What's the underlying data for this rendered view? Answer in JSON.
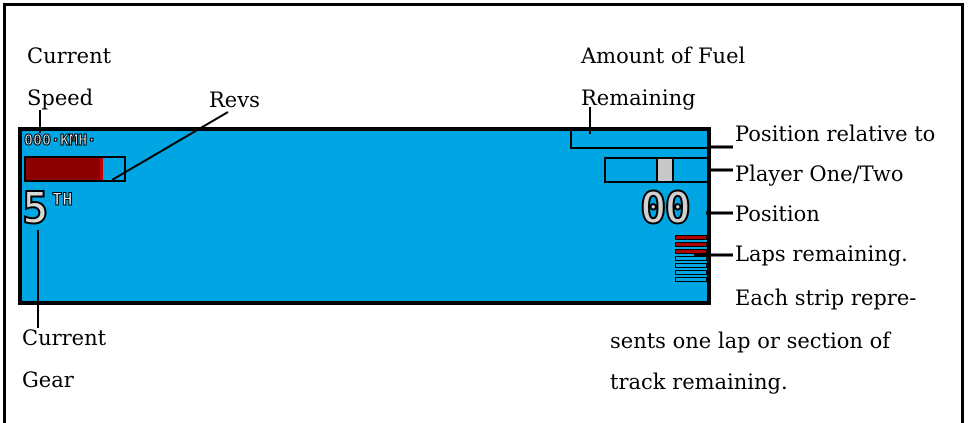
{
  "labels": {
    "current_speed_1": "Current",
    "current_speed_2": "Speed",
    "revs": "Revs",
    "fuel_1": "Amount of Fuel",
    "fuel_2": "Remaining",
    "relative_1": "Position relative to",
    "relative_2": "Player One/Two",
    "position": "Position",
    "laps": "Laps remaining.",
    "strip_1": "Each strip repre-",
    "strip_2": "sents one lap or section of",
    "strip_3": "track remaining.",
    "gear_1": "Current",
    "gear_2": "Gear"
  },
  "hud": {
    "speed_readout": "000·KMH·",
    "gear": "5",
    "gear_suffix": "TH",
    "position": "00",
    "revs_fraction": 0.75,
    "laps_total": 7,
    "laps_remaining": 3
  },
  "colors": {
    "hud_bg": "#00a5e3",
    "revs_fill": "#8b0000",
    "lap_strip_filled": "#b00000"
  }
}
